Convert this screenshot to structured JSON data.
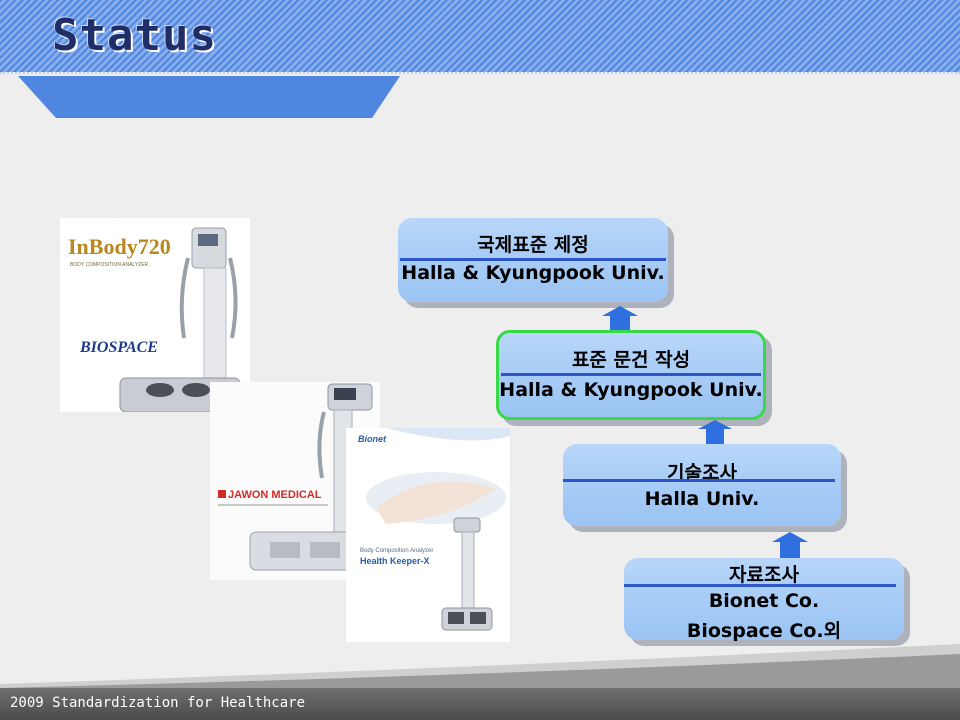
{
  "slide": {
    "title": "Status",
    "footer": "2009 Standardization for Healthcare"
  },
  "images": [
    {
      "brand": "InBody720",
      "subtitle": "BODY COMPOSITION ANALYZER",
      "maker": "BIOSPACE"
    },
    {
      "maker": "JAWON MEDICAL"
    },
    {
      "brand": "Bionet",
      "subtitle": "Body Composition Analyzer",
      "model": "Health Keeper-X"
    }
  ],
  "flow": {
    "step4": {
      "title": "국제표준 제정",
      "line2": "Halla & Kyungpook Univ."
    },
    "step3": {
      "title": "표준 문건 작성",
      "line2": "Halla & Kyungpook Univ."
    },
    "step2": {
      "title": "기술조사",
      "line2": "Halla Univ."
    },
    "step1": {
      "title": "자료조사",
      "line2": "Bionet Co.",
      "line3": "Biospace Co.외"
    }
  },
  "colors": {
    "header_blue": "#4f86e0",
    "title_navy": "#1f2d68",
    "box_blue": "#a7ccf6",
    "divider_blue": "#2b55c8",
    "highlight_green": "#38d84a",
    "arrow_blue": "#2f6fe0"
  }
}
